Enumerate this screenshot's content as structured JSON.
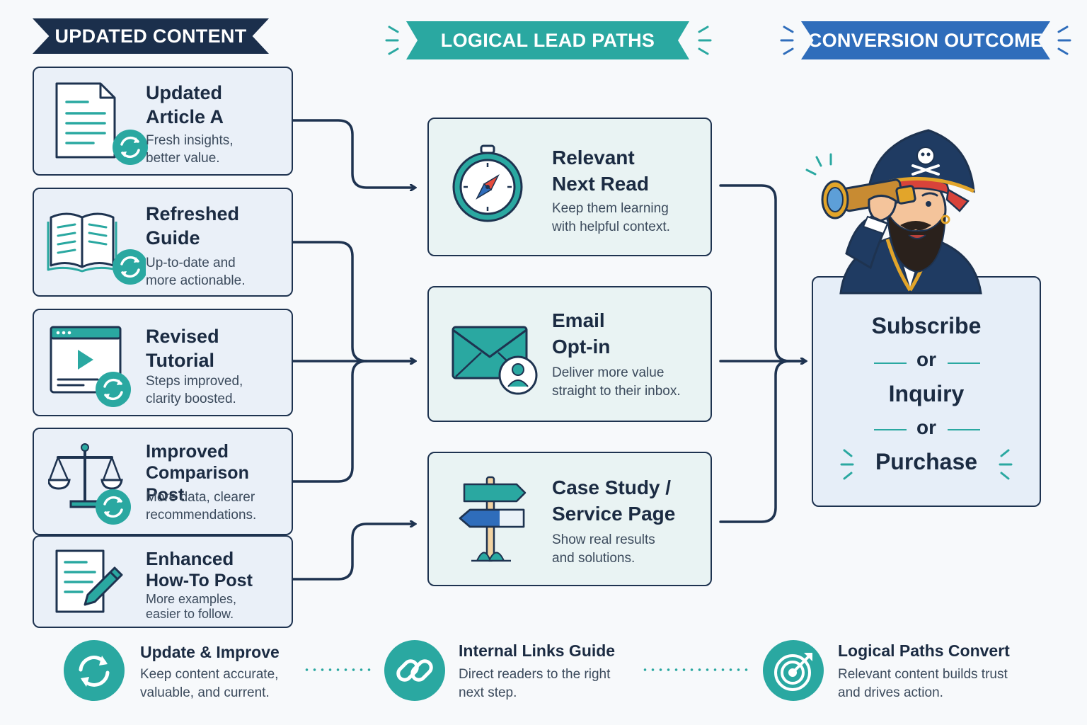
{
  "headers": {
    "updated": "UPDATED CONTENT",
    "paths": "LOGICAL LEAD PATHS",
    "outcome": "CONVERSION OUTCOME"
  },
  "content_items": [
    {
      "title1": "Updated",
      "title2": "Article A",
      "desc1": "Fresh insights,",
      "desc2": "better value.",
      "icon": "document-refresh-icon"
    },
    {
      "title1": "Refreshed",
      "title2": "Guide",
      "desc1": "Up-to-date and",
      "desc2": "more actionable.",
      "icon": "book-refresh-icon"
    },
    {
      "title1": "Revised",
      "title2": "Tutorial",
      "desc1": "Steps improved,",
      "desc2": "clarity boosted.",
      "icon": "video-refresh-icon"
    },
    {
      "title1": "Improved",
      "title2": "Comparison Post",
      "desc1": "More data, clearer",
      "desc2": "recommendations.",
      "icon": "scales-refresh-icon"
    },
    {
      "title1": "Enhanced",
      "title2": "How-To Post",
      "desc1": "More examples,",
      "desc2": "easier to follow.",
      "icon": "document-pencil-icon"
    }
  ],
  "paths": [
    {
      "title1": "Relevant",
      "title2": "Next Read",
      "desc1": "Keep them learning",
      "desc2": "with helpful context.",
      "icon": "compass-icon"
    },
    {
      "title1": "Email",
      "title2": "Opt-in",
      "desc1": "Deliver more value",
      "desc2": "straight to their inbox.",
      "icon": "envelope-user-icon"
    },
    {
      "title1": "Case Study /",
      "title2": "Service Page",
      "desc1": "Show real results",
      "desc2": "and solutions.",
      "icon": "signpost-icon"
    }
  ],
  "outcome": {
    "option1": "Subscribe",
    "or1": "or",
    "option2": "Inquiry",
    "or2": "or",
    "option3": "Purchase",
    "mascot": "pirate-telescope-icon"
  },
  "footer": [
    {
      "title": "Update & Improve",
      "desc1": "Keep content accurate,",
      "desc2": "valuable, and current.",
      "icon": "refresh-icon"
    },
    {
      "title": "Internal Links Guide",
      "desc1": "Direct readers to the right",
      "desc2": "next step.",
      "icon": "chain-link-icon"
    },
    {
      "title": "Logical Paths Convert",
      "desc1": "Relevant content builds trust",
      "desc2": "and drives action.",
      "icon": "target-arrow-icon"
    }
  ],
  "colors": {
    "navy": "#1b2f4c",
    "teal": "#2aa8a1",
    "blue": "#2f6dbb",
    "card_bg": "#eaf0f8"
  }
}
